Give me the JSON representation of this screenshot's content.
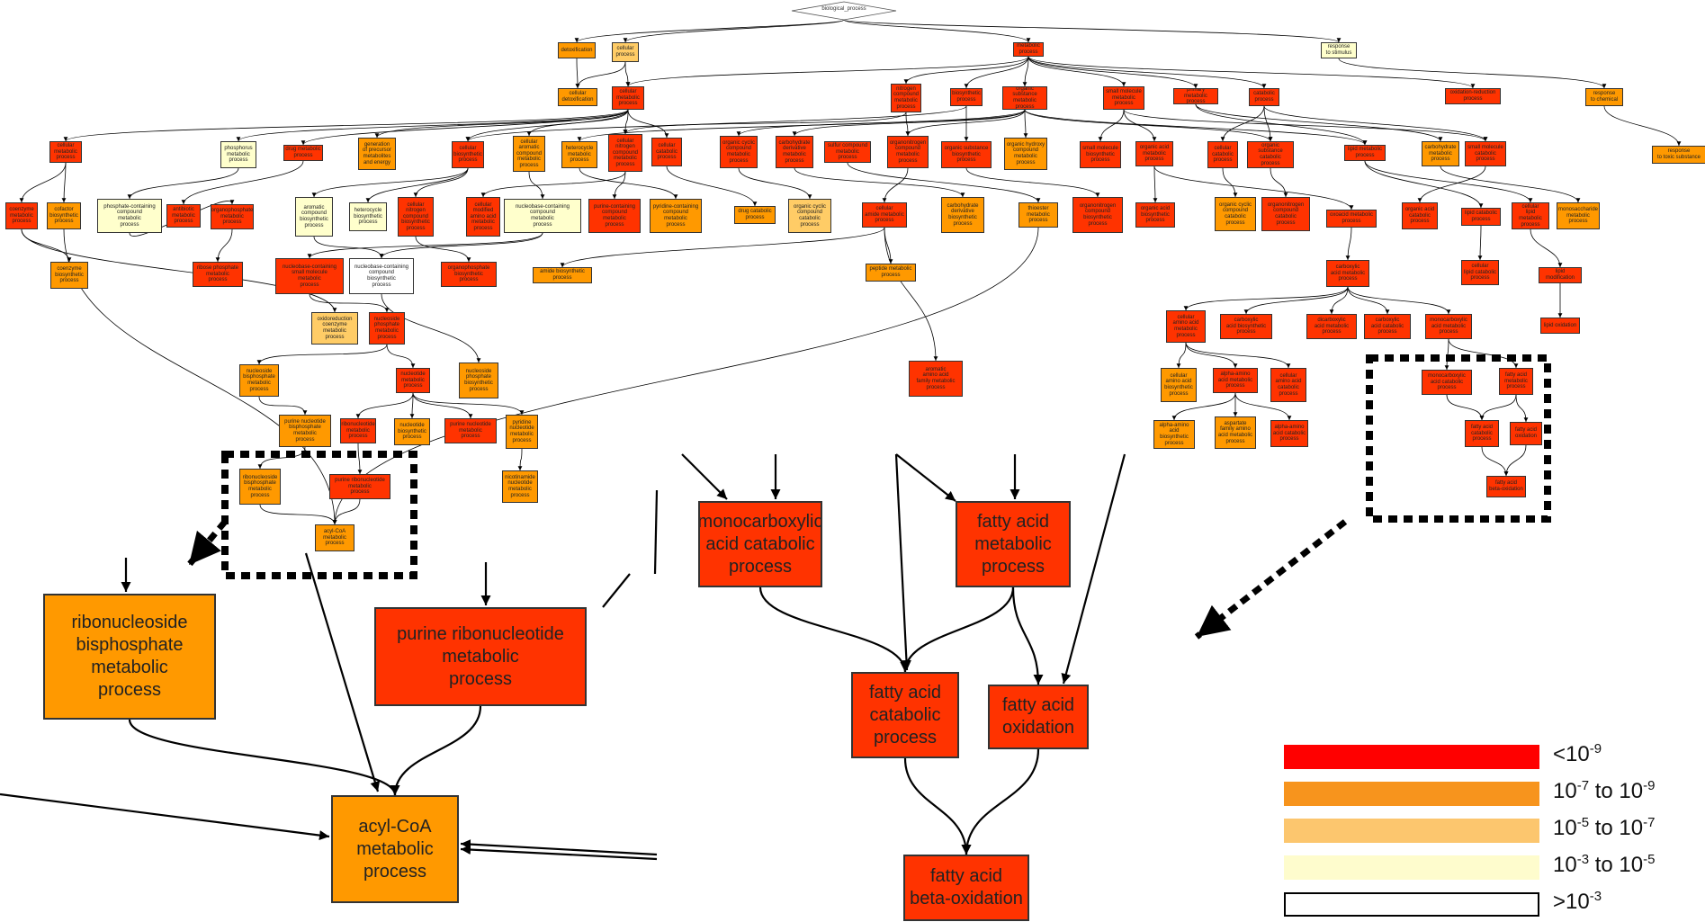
{
  "root": {
    "label": "biological_process"
  },
  "legend": {
    "colors": {
      "c1": "#ff3300",
      "c2": "#ff9900",
      "c3": "#ffcc66",
      "c4": "#ffffcc",
      "c5": "#ffffff"
    },
    "items": [
      {
        "text": "<10",
        "exp1": "-9",
        "mid": "",
        "exp2": ""
      },
      {
        "text": "10",
        "exp1": "-7",
        "mid": " to 10",
        "exp2": "-9"
      },
      {
        "text": "10",
        "exp1": "-5",
        "mid": " to 10",
        "exp2": "-7"
      },
      {
        "text": "10",
        "exp1": "-3",
        "mid": " to 10",
        "exp2": "-5"
      },
      {
        "text": ">10",
        "exp1": "-3",
        "mid": "",
        "exp2": ""
      }
    ]
  },
  "nodes": {
    "detox": "detoxification",
    "cellular_process": "cellular\nprocess",
    "metabolic": "metabolic\nprocess",
    "response_stimulus": "response\nto stimulus",
    "cell_detox": "cellular\ndetoxification",
    "cell_metabolic": "cellular\nmetabolic\nprocess",
    "nitrogen_compound": "nitrogen\ncompound\nmetabolic\nprocess",
    "biosynthetic": "biosynthetic\nprocess",
    "organic_substance": "organic substance\nmetabolic\nprocess",
    "small_molecule": "small molecule\nmetabolic\nprocess",
    "primary_metabolic": "primary metabolic\nprocess",
    "catabolic": "catabolic\nprocess",
    "oxidation_reduction": "oxidation-reduction\nprocess",
    "response_chemical": "response\nto chemical",
    "response_toxic": "response\nto toxic substance",
    "cell_cell_metabolic": "cellular\nmetabolic\nprocess",
    "phosphorus": "phosphorus\nmetabolic\nprocess",
    "drug_metabolic": "drug metabolic\nprocess",
    "gen_precursor": "generation\nof precursor\nmetabolites\nand energy",
    "cell_biosynthetic": "cellular\nbiosynthetic\nprocess",
    "cell_aromatic": "cellular\naromatic\ncompound\nmetabolic\nprocess",
    "heterocycle": "heterocycle\nmetabolic\nprocess",
    "cell_nitrogen": "cellular\nnitrogen\ncompound\nmetabolic\nprocess",
    "cell_catabolic": "cellular\ncatabolic\nprocess",
    "organic_cyclic": "organic cyclic\ncompound\nmetabolic\nprocess",
    "carbohydrate_deriv": "carbohydrate\nderivative\nmetabolic\nprocess",
    "sulfur_compound": "sulfur compound\nmetabolic\nprocess",
    "organonitrogen": "organonitrogen\ncompound\nmetabolic\nprocess",
    "org_sub_biosynth": "organic substance\nbiosynthetic\nprocess",
    "org_hydroxy": "organic hydroxy\ncompound\nmetabolic\nprocess",
    "small_mol_biosynth": "small molecule\nbiosynthetic\nprocess",
    "organic_acid": "organic acid\nmetabolic\nprocess",
    "cell_catabolic2": "cellular\ncatabolic\nprocess",
    "org_sub_catabolic": "organic substance\ncatabolic\nprocess",
    "lipid_metabolic": "lipid metabolic\nprocess",
    "carbohydrate_metabolic": "carbohydrate\nmetabolic\nprocess",
    "small_mol_catabolic": "small molecule\ncatabolic\nprocess",
    "coenzyme": "coenzyme\nmetabolic\nprocess",
    "cofactor_biosynth": "cofactor\nbiosynthetic\nprocess",
    "phosphate_containing": "phosphate-containing\ncompound\nmetabolic\nprocess",
    "antibiotic": "antibiotic\nmetabolic\nprocess",
    "organophosphate": "organophosphate\nmetabolic\nprocess",
    "aromatic_biosynth": "aromatic\ncompound\nbiosynthetic\nprocess",
    "heterocycle_biosynth": "heterocycle\nbiosynthetic\nprocess",
    "cell_nitrogen_biosynth": "cellular\nnitrogen\ncompound\nbiosynthetic\nprocess",
    "cell_modified_aa": "cellular\nmodified\namino acid\nmetabolic\nprocess",
    "nucleobase_containing": "nucleobase-containing\ncompound\nmetabolic\nprocess",
    "purine_containing": "purine-containing\ncompound\nmetabolic\nprocess",
    "pyridine_containing": "pyridine-containing\ncompound\nmetabolic\nprocess",
    "drug_catabolic": "drug catabolic\nprocess",
    "org_cyclic_catabolic": "organic cyclic\ncompound\ncatabolic\nprocess",
    "cell_amide": "cellular\namide metabolic\nprocess",
    "carb_deriv_biosynth": "carbohydrate\nderivative\nbiosynthetic\nprocess",
    "thioester": "thioester\nmetabolic\nprocess",
    "organonitrogen_biosynth": "organonitrogen\ncompound\nbiosynthetic\nprocess",
    "organic_acid_biosynth": "organic acid\nbiosynthetic\nprocess",
    "org_cyclic_catabolic2": "organic cyclic\ncompound\ncatabolic\nprocess",
    "organonitrogen_catabolic": "organonitrogen\ncompound\ncatabolic\nprocess",
    "oxoacid": "oxoacid metabolic\nprocess",
    "organic_acid_catabolic": "organic acid\ncatabolic\nprocess",
    "lipid_catabolic": "lipid catabolic\nprocess",
    "cell_lipid": "cellular\nlipid metabolic\nprocess",
    "monosaccharide": "monosaccharide\nmetabolic\nprocess",
    "coenzyme_biosynth": "coenzyme\nbiosynthetic\nprocess",
    "ribose_phosphate": "ribose phosphate\nmetabolic\nprocess",
    "nucleobase_small": "nucleobase-containing\nsmall molecule\nmetabolic\nprocess",
    "nucleobase_biosynth": "nucleobase-containing\ncompound\nbiosynthetic\nprocess",
    "organophosphate_biosynth": "organophosphate\nbiosynthetic\nprocess",
    "amide_biosynth": "amide biosynthetic\nprocess",
    "peptide": "peptide metabolic\nprocess",
    "carboxylic": "carboxylic\nacid metabolic\nprocess",
    "cell_lipid_catabolic": "cellular\nlipid catabolic\nprocess",
    "lipid_modification": "lipid modification",
    "oxidoreduction": "oxidoreduction\ncoenzyme\nmetabolic\nprocess",
    "nucleoside_phosphate": "nucleoside\nphosphate\nmetabolic\nprocess",
    "cell_amino_acid": "cellular\namino acid\nmetabolic\nprocess",
    "carboxylic_biosynth": "carboxylic\nacid biosynthetic\nprocess",
    "dicarboxylic": "dicarboxylic\nacid metabolic\nprocess",
    "carboxylic_catabolic": "carboxylic\nacid catabolic\nprocess",
    "monocarboxylic_metabolic": "monocarboxylic\nacid metabolic\nprocess",
    "lipid_oxidation": "lipid oxidation",
    "nucleoside_bisphosphate": "nucleoside\nbisphosphate\nmetabolic\nprocess",
    "nucleotide": "nucleotide\nmetabolic\nprocess",
    "nucleoside_phosphate_biosynth": "nucleoside\nphosphate\nbiosynthetic\nprocess",
    "aromatic_aa_family": "aromatic\namino acid\nfamily metabolic\nprocess",
    "cell_aa_biosynth": "cellular\namino acid\nbiosynthetic\nprocess",
    "alpha_amino": "alpha-amino\nacid metabolic\nprocess",
    "cell_aa_catabolic": "cellular\namino acid\ncatabolic\nprocess",
    "mono_catabolic_small": "monocarboxylic\nacid catabolic\nprocess",
    "fatty_acid_small": "fatty acid\nmetabolic\nprocess",
    "purine_nucleotide_bis": "purine nucleotide\nbisphosphate\nmetabolic\nprocess",
    "ribonucleotide": "ribonucleotide\nmetabolic\nprocess",
    "nucleotide_biosynth": "nucleotide\nbiosynthetic\nprocess",
    "purine_nucleotide": "purine nucleotide\nmetabolic\nprocess",
    "pyridine_nucleotide": "pyridine\nnucleotide\nmetabolic\nprocess",
    "alpha_amino_biosynth": "alpha-amino\nacid biosynthetic\nprocess",
    "aspartate_family": "aspartate\nfamily amino\nacid metabolic\nprocess",
    "alpha_amino_catabolic": "alpha-amino\nacid catabolic\nprocess",
    "fatty_acid_catabolic_small": "fatty acid\ncatabolic\nprocess",
    "fatty_acid_oxidation_small": "fatty acid\noxidation",
    "ribonucleoside_bis_small": "ribonucleoside\nbisphosphate\nmetabolic\nprocess",
    "purine_ribonucleotide_small": "purine ribonucleotide\nmetabolic\nprocess",
    "nicotinamide": "nicotinamide\nnucleotide\nmetabolic\nprocess",
    "fatty_acid_beta_small": "fatty acid\nbeta-oxidation",
    "acyl_coa_small": "acyl-CoA\nmetabolic\nprocess",
    "big_ribonucleoside": "ribonucleoside\nbisphosphate\nmetabolic\nprocess",
    "big_purine_ribonucleotide": "purine ribonucleotide\nmetabolic\nprocess",
    "big_acyl_coa": "acyl-CoA\nmetabolic\nprocess",
    "big_monocarboxylic": "monocarboxylic\nacid catabolic\nprocess",
    "big_fatty_acid_metabolic": "fatty acid\nmetabolic\nprocess",
    "big_fatty_acid_catabolic": "fatty acid\ncatabolic\nprocess",
    "big_fatty_acid_oxidation": "fatty acid\noxidation",
    "big_fatty_acid_beta": "fatty acid\nbeta-oxidation"
  }
}
